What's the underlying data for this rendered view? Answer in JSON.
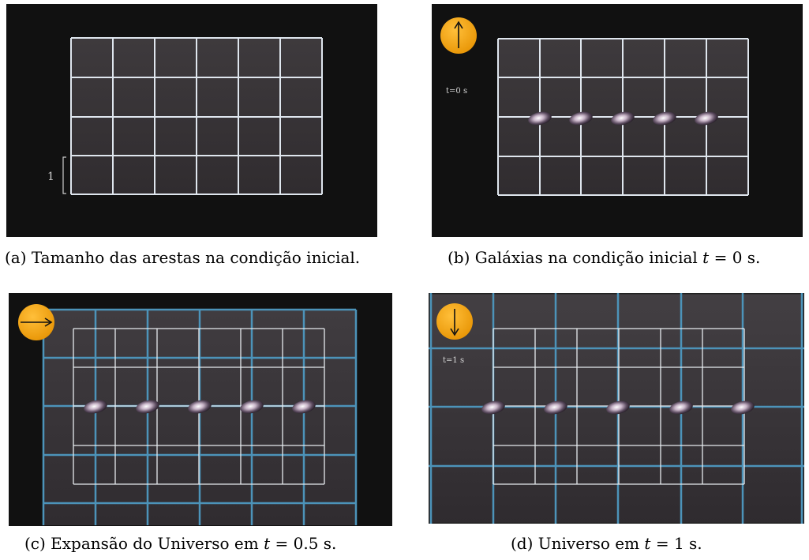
{
  "figures": [
    {
      "id": "a",
      "caption_prefix": "(a) ",
      "caption_text": "Tamanho das arestas na condição inicial.",
      "scale_label": "1"
    },
    {
      "id": "b",
      "caption_prefix": "(b) ",
      "caption_text": "Galáxias na condição inicial ",
      "caption_math": "t",
      "caption_eq": " = 0 s.",
      "time_label": "t=0 s",
      "dial": "arrow-up-icon"
    },
    {
      "id": "c",
      "caption_prefix": "(c) ",
      "caption_text": "Expansão do Universo em ",
      "caption_math": "t",
      "caption_eq": " = 0.5 s.",
      "dial": "arrow-right-icon"
    },
    {
      "id": "d",
      "caption_prefix": "(d) ",
      "caption_text": "Universo em ",
      "caption_math": "t",
      "caption_eq": " = 1 s.",
      "time_label": "t=1 s",
      "dial": "arrow-down-icon"
    }
  ],
  "colors": {
    "background": "#111111",
    "cell": "#3a3639",
    "white_grid": "#dfe6ee",
    "blue_grid": "#4c93b9",
    "dial": "#f2a20a"
  }
}
